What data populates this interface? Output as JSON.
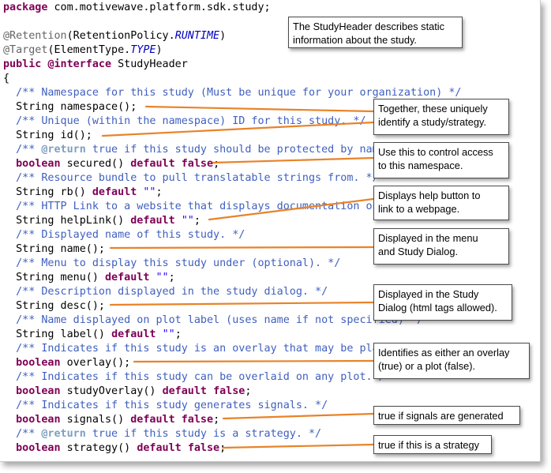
{
  "code_lines": [
    [
      {
        "c": "kw",
        "t": "package"
      },
      {
        "c": "",
        "t": " com.motivewave.platform.sdk.study;"
      }
    ],
    [],
    [
      {
        "c": "ann",
        "t": "@Retention"
      },
      {
        "c": "",
        "t": "(RetentionPolicy."
      },
      {
        "c": "em",
        "t": "RUNTIME"
      },
      {
        "c": "",
        "t": ")"
      }
    ],
    [
      {
        "c": "ann",
        "t": "@Target"
      },
      {
        "c": "",
        "t": "(ElementType."
      },
      {
        "c": "em",
        "t": "TYPE"
      },
      {
        "c": "",
        "t": ")"
      }
    ],
    [
      {
        "c": "kw",
        "t": "public"
      },
      {
        "c": "",
        "t": " "
      },
      {
        "c": "kw",
        "t": "@interface"
      },
      {
        "c": "",
        "t": " StudyHeader"
      }
    ],
    [
      {
        "c": "",
        "t": "{"
      }
    ],
    [
      {
        "c": "cm",
        "t": "  /** Namespace for this study (Must be unique for your organization) */"
      }
    ],
    [
      {
        "c": "",
        "t": "  String namespace();"
      }
    ],
    [
      {
        "c": "cm",
        "t": "  /** Unique (within the namespace) ID for this study. */"
      }
    ],
    [
      {
        "c": "",
        "t": "  String id();"
      }
    ],
    [
      {
        "c": "cm",
        "t": "  /** "
      },
      {
        "c": "tag",
        "t": "@return"
      },
      {
        "c": "cm",
        "t": " true if this study should be protected by namespace */"
      }
    ],
    [
      {
        "c": "kw",
        "t": "  boolean"
      },
      {
        "c": "",
        "t": " secured() "
      },
      {
        "c": "kw",
        "t": "default"
      },
      {
        "c": "",
        "t": " "
      },
      {
        "c": "kw",
        "t": "false"
      },
      {
        "c": "",
        "t": ";"
      }
    ],
    [
      {
        "c": "cm",
        "t": "  /** Resource bundle to pull translatable strings from. */"
      }
    ],
    [
      {
        "c": "",
        "t": "  String rb() "
      },
      {
        "c": "kw",
        "t": "default"
      },
      {
        "c": "",
        "t": " "
      },
      {
        "c": "str",
        "t": "\"\""
      },
      {
        "c": "",
        "t": ";"
      }
    ],
    [
      {
        "c": "cm",
        "t": "  /** HTTP Link to a website that displays documentation on this study */"
      }
    ],
    [
      {
        "c": "",
        "t": "  String helpLink() "
      },
      {
        "c": "kw",
        "t": "default"
      },
      {
        "c": "",
        "t": " "
      },
      {
        "c": "str",
        "t": "\"\""
      },
      {
        "c": "",
        "t": ";"
      }
    ],
    [
      {
        "c": "cm",
        "t": "  /** Displayed name of this study. */"
      }
    ],
    [
      {
        "c": "",
        "t": "  String name();"
      }
    ],
    [
      {
        "c": "cm",
        "t": "  /** Menu to display this study under (optional). */"
      }
    ],
    [
      {
        "c": "",
        "t": "  String menu() "
      },
      {
        "c": "kw",
        "t": "default"
      },
      {
        "c": "",
        "t": " "
      },
      {
        "c": "str",
        "t": "\"\""
      },
      {
        "c": "",
        "t": ";"
      }
    ],
    [
      {
        "c": "cm",
        "t": "  /** Description displayed in the study dialog. */"
      }
    ],
    [
      {
        "c": "",
        "t": "  String desc();"
      }
    ],
    [
      {
        "c": "cm",
        "t": "  /** Name displayed on plot label (uses name if not specified) */"
      }
    ],
    [
      {
        "c": "",
        "t": "  String label() "
      },
      {
        "c": "kw",
        "t": "default"
      },
      {
        "c": "",
        "t": " "
      },
      {
        "c": "str",
        "t": "\"\""
      },
      {
        "c": "",
        "t": ";"
      }
    ],
    [
      {
        "c": "cm",
        "t": "  /** Indicates if this study is an overlay that may be placed on a plot */"
      }
    ],
    [
      {
        "c": "kw",
        "t": "  boolean"
      },
      {
        "c": "",
        "t": " overlay();"
      }
    ],
    [
      {
        "c": "cm",
        "t": "  /** Indicates if this study can be overlaid on any plot.*/"
      }
    ],
    [
      {
        "c": "kw",
        "t": "  boolean"
      },
      {
        "c": "",
        "t": " studyOverlay() "
      },
      {
        "c": "kw",
        "t": "default"
      },
      {
        "c": "",
        "t": " "
      },
      {
        "c": "kw",
        "t": "false"
      },
      {
        "c": "",
        "t": ";"
      }
    ],
    [
      {
        "c": "cm",
        "t": "  /** Indicates if this study generates signals. */"
      }
    ],
    [
      {
        "c": "kw",
        "t": "  boolean"
      },
      {
        "c": "",
        "t": " signals() "
      },
      {
        "c": "kw",
        "t": "default"
      },
      {
        "c": "",
        "t": " "
      },
      {
        "c": "kw",
        "t": "false"
      },
      {
        "c": "",
        "t": ";"
      }
    ],
    [
      {
        "c": "cm",
        "t": "  /** "
      },
      {
        "c": "tag",
        "t": "@return"
      },
      {
        "c": "cm",
        "t": " true if this study is a strategy. */"
      }
    ],
    [
      {
        "c": "kw",
        "t": "  boolean"
      },
      {
        "c": "",
        "t": " strategy() "
      },
      {
        "c": "kw",
        "t": "default"
      },
      {
        "c": "",
        "t": " "
      },
      {
        "c": "kw",
        "t": "false"
      },
      {
        "c": "",
        "t": ";"
      }
    ]
  ],
  "callouts": [
    {
      "id": "static-info",
      "lines": [
        "The StudyHeader describes static",
        "information about the study."
      ]
    },
    {
      "id": "unique-id",
      "lines": [
        "Together, these uniquely",
        "identify a study/strategy."
      ]
    },
    {
      "id": "access",
      "lines": [
        "Use this to control access",
        "to this namespace."
      ]
    },
    {
      "id": "help",
      "lines": [
        "Displays help button to",
        "link to a webpage."
      ]
    },
    {
      "id": "menu",
      "lines": [
        "Displayed in the menu",
        "and Study Dialog."
      ]
    },
    {
      "id": "dialog",
      "lines": [
        "Displayed in the Study",
        "Dialog (html tags allowed)."
      ]
    },
    {
      "id": "overlay",
      "lines": [
        "Identifies as either an overlay",
        "(true) or a plot (false)."
      ]
    },
    {
      "id": "signals",
      "lines": [
        "true if signals are generated"
      ]
    },
    {
      "id": "strategy",
      "lines": [
        "true if this is a strategy"
      ]
    }
  ],
  "colors": {
    "keyword": "#7f0055",
    "comment": "#3f5fbf",
    "annotation": "#646464",
    "string": "#2a00ff",
    "enum_constant": "#0000c0",
    "connector": "#e8832a"
  }
}
